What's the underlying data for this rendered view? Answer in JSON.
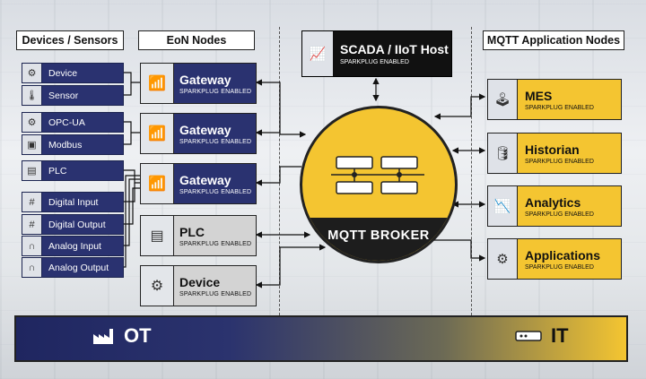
{
  "headers": {
    "devices": "Devices / Sensors",
    "eon": "EoN Nodes",
    "mqtt_apps": "MQTT Application Nodes"
  },
  "devices": [
    {
      "label": "Device",
      "icon": "robot-arm-icon"
    },
    {
      "label": "Sensor",
      "icon": "thermometer-icon"
    },
    {
      "label": "OPC-UA",
      "icon": "opc-gear-icon"
    },
    {
      "label": "Modbus",
      "icon": "modbus-icon"
    },
    {
      "label": "PLC",
      "icon": "plc-icon"
    },
    {
      "label": "Digital Input",
      "icon": "digital-input-icon"
    },
    {
      "label": "Digital Output",
      "icon": "digital-output-icon"
    },
    {
      "label": "Analog Input",
      "icon": "analog-input-icon"
    },
    {
      "label": "Analog Output",
      "icon": "analog-output-icon"
    }
  ],
  "eon_nodes": [
    {
      "title": "Gateway",
      "sub": "SPARKPLUG ENABLED",
      "icon": "gateway-icon",
      "style": "navy"
    },
    {
      "title": "Gateway",
      "sub": "SPARKPLUG ENABLED",
      "icon": "gateway-icon",
      "style": "navy"
    },
    {
      "title": "Gateway",
      "sub": "SPARKPLUG ENABLED",
      "icon": "gateway-icon",
      "style": "navy"
    },
    {
      "title": "PLC",
      "sub": "SPARKPLUG ENABLED",
      "icon": "plc-icon",
      "style": "gray"
    },
    {
      "title": "Device",
      "sub": "SPARKPLUG ENABLED",
      "icon": "robot-arm-icon",
      "style": "gray"
    }
  ],
  "scada": {
    "title": "SCADA / IIoT Host",
    "sub": "SPARKPLUG ENABLED",
    "icon": "monitor-chart-icon"
  },
  "broker": {
    "label": "MQTT BROKER",
    "icon": "server-network-icon"
  },
  "apps": [
    {
      "title": "MES",
      "sub": "SPARKPLUG ENABLED",
      "icon": "joystick-icon"
    },
    {
      "title": "Historian",
      "sub": "SPARKPLUG ENABLED",
      "icon": "database-clock-icon"
    },
    {
      "title": "Analytics",
      "sub": "SPARKPLUG ENABLED",
      "icon": "chart-monitor-icon"
    },
    {
      "title": "Applications",
      "sub": "SPARKPLUG ENABLED",
      "icon": "gears-icon"
    }
  ],
  "footer": {
    "left": "OT",
    "right": "IT",
    "left_icon": "factory-icon",
    "right_icon": "server-icon"
  },
  "colors": {
    "navy": "#2a3270",
    "yellow": "#f4c531",
    "gray": "#d3d3d3",
    "black": "#111111"
  }
}
